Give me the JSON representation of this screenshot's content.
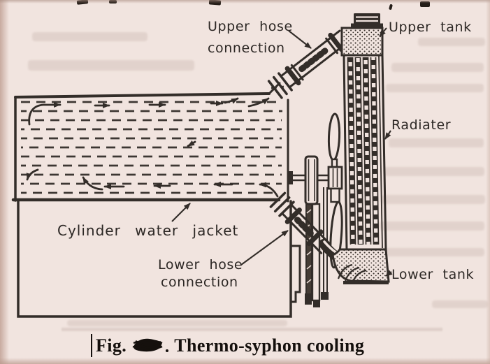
{
  "figure": {
    "labels": {
      "upper_hose_line1": "Upper hose",
      "upper_hose_line2": "connection",
      "upper_tank": "Upper tank",
      "radiator": "Radiater",
      "cylinder_water_jacket": "Cylinder water jacket",
      "lower_hose_line1": "Lower hose",
      "lower_hose_line2": "connection",
      "lower_tank": "Lower tank"
    },
    "caption": {
      "fig_prefix": "Fig.",
      "title": "Thermo-syphon cooling"
    },
    "colors": {
      "paper": "#f1e4df",
      "ink": "#332d29",
      "caption_ink": "#15100d"
    }
  }
}
